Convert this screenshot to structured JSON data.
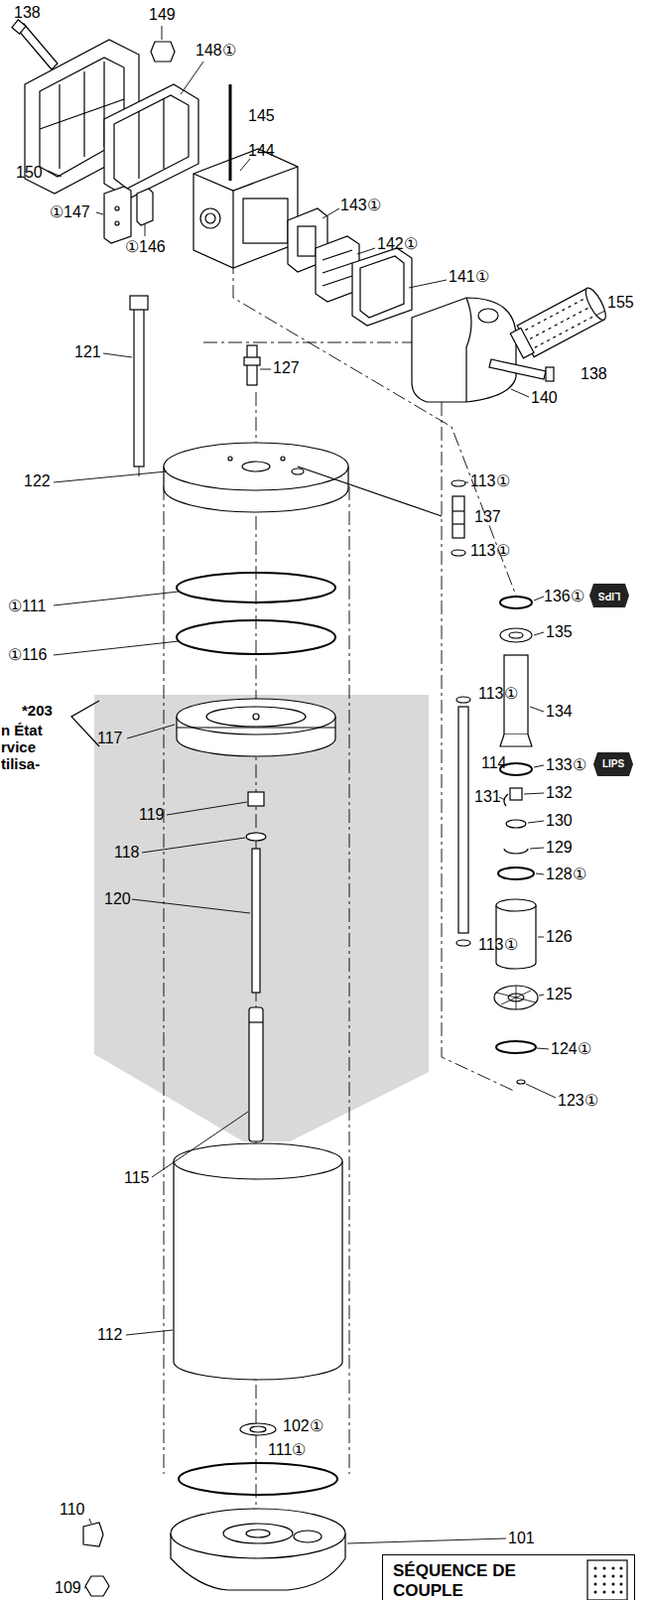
{
  "diagram": {
    "nodes": [
      {
        "text": [
          "SÉQUENCE DE COUPLE"
        ]
      }
    ],
    "labels": [
      "138",
      "149",
      "148①",
      "150",
      "145",
      "144",
      "①147",
      "①146",
      "143①",
      "142①",
      "141①",
      "155",
      "138",
      "140",
      "121",
      "127",
      "122",
      "113①",
      "137",
      "113①",
      "136①",
      "LIPS",
      "135",
      "①111",
      "①116",
      "113①",
      "114",
      "134",
      "117",
      "133①",
      "LIPS",
      "131",
      "132",
      "119",
      "130",
      "118",
      "129",
      "128①",
      "120",
      "126",
      "125",
      "124①",
      "113①",
      "123①",
      "115",
      "112",
      "102①",
      "111①",
      "110",
      "101",
      "109",
      "*203",
      "n État",
      "rvice",
      "tilisa-"
    ]
  }
}
